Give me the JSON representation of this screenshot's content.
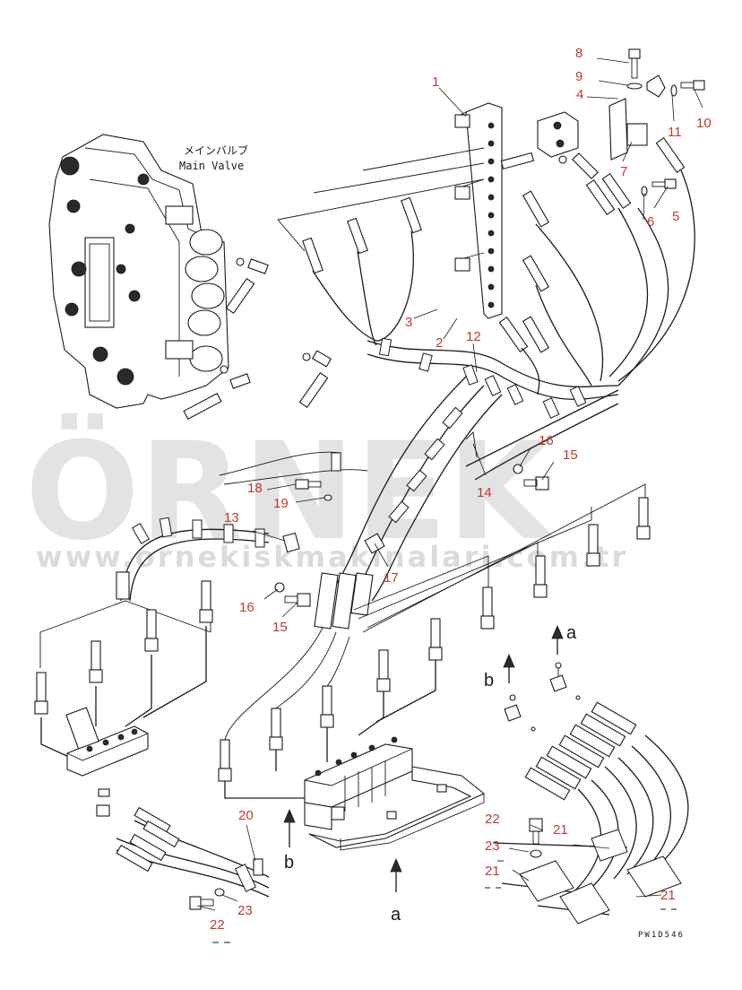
{
  "valve": {
    "label_jp": "メインバルブ",
    "label_en": "Main Valve"
  },
  "callouts": [
    {
      "id": "c1",
      "text": "1",
      "color": "#c0392b"
    },
    {
      "id": "c2",
      "text": "2",
      "color": "#c0392b"
    },
    {
      "id": "c3",
      "text": "3",
      "color": "#c0392b"
    },
    {
      "id": "c4",
      "text": "4",
      "color": "#c0392b"
    },
    {
      "id": "c5",
      "text": "5",
      "color": "#c0392b"
    },
    {
      "id": "c6",
      "text": "6",
      "color": "#c0392b"
    },
    {
      "id": "c7",
      "text": "7",
      "color": "#c0392b"
    },
    {
      "id": "c8",
      "text": "8",
      "color": "#c0392b"
    },
    {
      "id": "c9",
      "text": "9",
      "color": "#c0392b"
    },
    {
      "id": "c10",
      "text": "10",
      "color": "#c0392b"
    },
    {
      "id": "c11",
      "text": "11",
      "color": "#c0392b"
    },
    {
      "id": "c12",
      "text": "12",
      "color": "#c0392b"
    },
    {
      "id": "c13",
      "text": "13",
      "color": "#c0392b"
    },
    {
      "id": "c14",
      "text": "14",
      "color": "#c0392b"
    },
    {
      "id": "c15a",
      "text": "15",
      "color": "#c0392b"
    },
    {
      "id": "c15b",
      "text": "15",
      "color": "#c0392b"
    },
    {
      "id": "c16a",
      "text": "16",
      "color": "#c0392b"
    },
    {
      "id": "c16b",
      "text": "16",
      "color": "#c0392b"
    },
    {
      "id": "c17",
      "text": "17",
      "color": "#c0392b"
    },
    {
      "id": "c18",
      "text": "18",
      "color": "#c0392b"
    },
    {
      "id": "c19",
      "text": "19",
      "color": "#c0392b"
    },
    {
      "id": "c20",
      "text": "20",
      "color": "#c0392b"
    },
    {
      "id": "c21a",
      "text": "21",
      "color": "#c0392b"
    },
    {
      "id": "c21b",
      "text": "21",
      "color": "#c0392b"
    },
    {
      "id": "c21c",
      "text": "21",
      "color": "#c0392b"
    },
    {
      "id": "c22a",
      "text": "22",
      "color": "#c0392b"
    },
    {
      "id": "c22b",
      "text": "22",
      "color": "#c0392b"
    },
    {
      "id": "c23a",
      "text": "23",
      "color": "#c0392b"
    },
    {
      "id": "c23b",
      "text": "23",
      "color": "#c0392b"
    }
  ],
  "arrows": {
    "a": "a",
    "b": "b"
  },
  "drawing_code": "PW1D546",
  "watermark": {
    "title": "ÖRNEK",
    "url": "www.ornekiskmakinalari.com.tr",
    "color": "#d9d9d9"
  }
}
